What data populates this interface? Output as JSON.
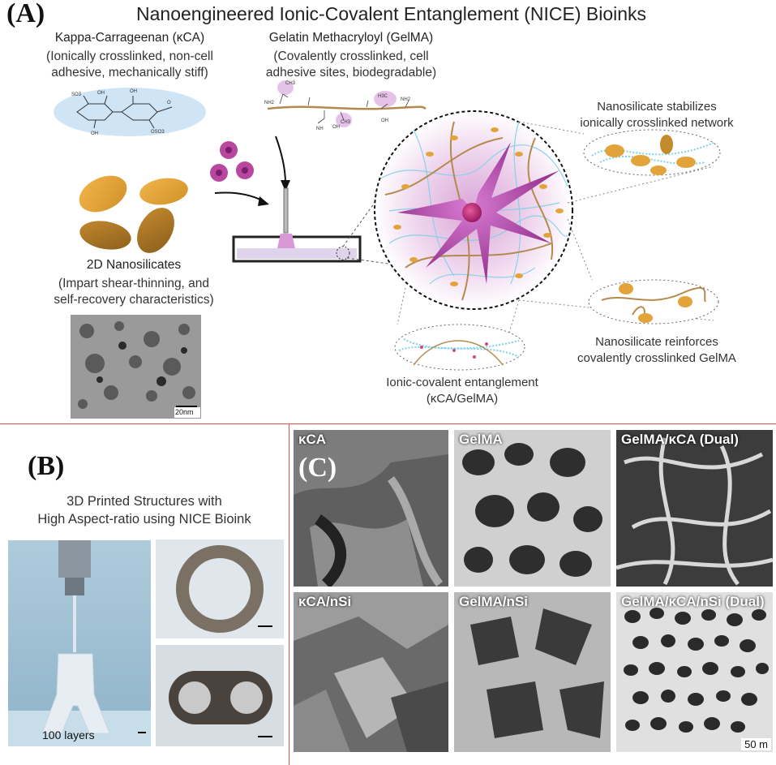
{
  "panel_a": {
    "letter": "(A)",
    "title": "Nanoengineered Ionic-Covalent Entanglement (NICE) Bioinks",
    "kca": {
      "title": "Kappa-Carrageenan (κCA)",
      "line1": "(Ionically crosslinked, non-cell",
      "line2": "adhesive, mechanically stiff)"
    },
    "gelma": {
      "title": "Gelatin Methacryloyl (GelMA)",
      "line1": "(Covalently crosslinked, cell",
      "line2": "adhesive sites, biodegradable)"
    },
    "nanosilicates": {
      "title": "2D Nanosilicates",
      "line1": "(Impart shear-thinning, and",
      "line2": "self-recovery characteristics)",
      "scale": "20nm"
    },
    "callout_top": {
      "line1": "Nanosilicate stabilizes",
      "line2": "ionically crosslinked network"
    },
    "callout_right": {
      "line1": "Nanosilicate reinforces",
      "line2": "covalently crosslinked GelMA"
    },
    "callout_bottom": {
      "line1": "Ionic-covalent entanglement",
      "line2": "(κCA/GelMA)"
    }
  },
  "panel_b": {
    "letter": "(B)",
    "line1": "3D Printed Structures with",
    "line2": "High Aspect-ratio using NICE Bioink",
    "layers": "100 layers"
  },
  "panel_c": {
    "letter": "(C)",
    "images": [
      {
        "label": "κCA"
      },
      {
        "label": "GelMA"
      },
      {
        "label": "GelMA/κCA (Dual)"
      },
      {
        "label": "κCA/nSi"
      },
      {
        "label": "GelMA/nSi"
      },
      {
        "label": "GelMA/κCA/nSi (Dual)"
      }
    ],
    "scale": "50 m"
  },
  "colors": {
    "nanosilicate": "#e2a43a",
    "gelma_chain": "#b48a4e",
    "kca_chain": "#7fd0e8",
    "cell": "#a0379a",
    "divider": "#d9534f"
  }
}
